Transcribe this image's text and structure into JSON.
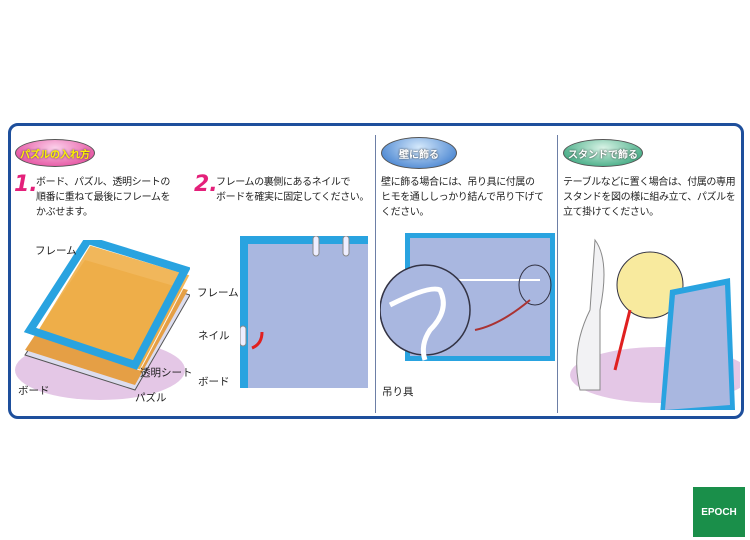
{
  "section1": {
    "badge": "パズルの入れ方",
    "step1_num": "1.",
    "step1_text": "ボード、パズル、透明シートの\n順番に重ねて最後にフレームを\nかぶせます。",
    "step1_labels": {
      "frame": "フレーム",
      "sheet": "透明シート",
      "board": "ボード",
      "puzzle": "パズル"
    },
    "step2_num": "2.",
    "step2_text": "フレームの裏側にあるネイルで\nボードを確実に固定してください。",
    "step2_labels": {
      "frame": "フレーム",
      "nail": "ネイル",
      "board": "ボード"
    }
  },
  "wall": {
    "badge": "壁に飾る",
    "text": "壁に飾る場合には、吊り具に付属の\nヒモを通ししっかり結んで吊り下げて\nください。",
    "label_hanger": "吊り具"
  },
  "stand": {
    "badge": "スタンドで飾る",
    "text": "テーブルなどに置く場合は、付属の専用\nスタンドを図の様に組み立て、パズルを\n立て掛けてください。"
  },
  "logo": {
    "text": "EPOCH"
  },
  "colors": {
    "border": "#1e4f9c",
    "frame": "#29a3e0",
    "board": "#a9b7e0",
    "accent": "#e4207a",
    "logo": "#1a8f4a"
  }
}
